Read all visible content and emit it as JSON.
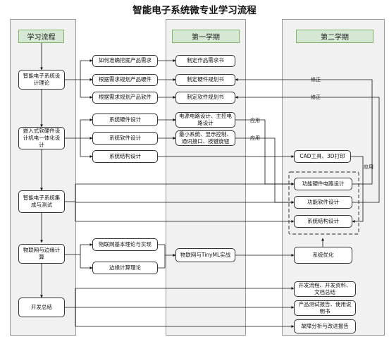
{
  "title": "智能电子系统微专业学习流程",
  "columns": {
    "flow": {
      "header": "学习流程"
    },
    "term1": {
      "header": "第一学期"
    },
    "term2": {
      "header": "第二学期"
    }
  },
  "flow_steps": {
    "s1": "智能电子系统设计理论",
    "s2": "嵌入式软硬件设计机电一体化设计",
    "s3": "智能电子系统集成与测试",
    "s4": "物联网与边缘计算",
    "s5": "开发总结"
  },
  "topics": {
    "t1": "如何准确挖掘产品需求",
    "t2": "根据需求规划产品硬件",
    "t3": "根据需求规划产品软件",
    "t4": "系统硬件设计",
    "t5": "系统软件设计",
    "t6": "系统结构设计",
    "t7": "物联网基本理论与实现",
    "t8": "边缘计算理论"
  },
  "term1_items": {
    "a1": "制定作品需求书",
    "a2": "制定硬件规划书",
    "a3": "制定软件规划书",
    "a4": "电源电路设计、主控电路设计",
    "a5": "最小系统、显示控制、通讯接口、按键旋钮",
    "a6": "物联网与TinyML实战"
  },
  "term2_items": {
    "b1": "CAD工具、3D打印",
    "b2": "功能硬件电路设计",
    "b3": "功能软件设计",
    "b4": "系统结构设计",
    "b5": "系统优化",
    "b6": "开发流程、开发资料、文档总结",
    "b7": "产品测试报告、使用说明书",
    "b8": "故障分析与改进报告"
  },
  "edge_labels": {
    "fix1": "修正",
    "fix2": "修正",
    "apply1": "应用",
    "apply2": "应用",
    "apply3": "应用"
  }
}
